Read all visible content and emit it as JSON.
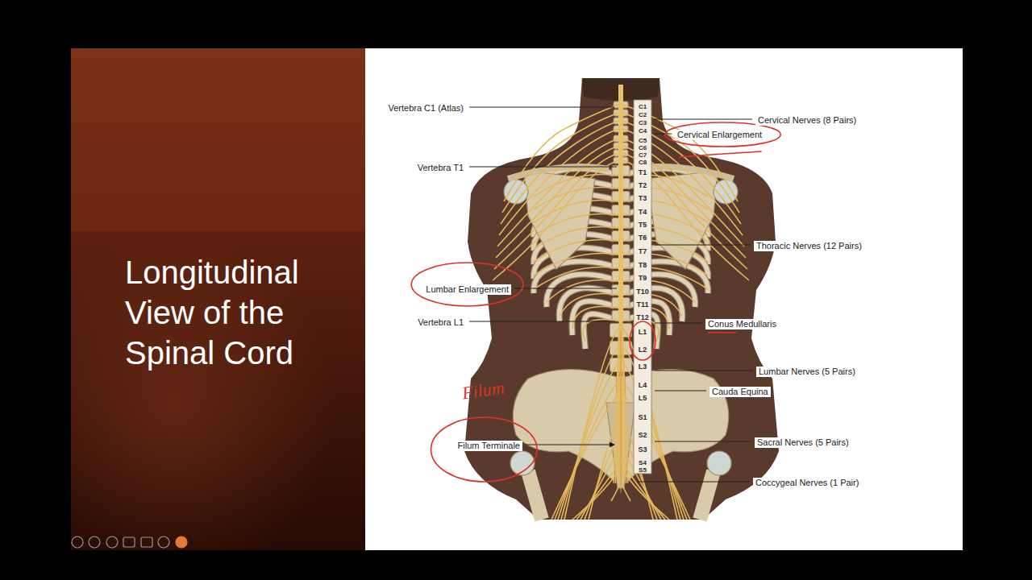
{
  "diagram": {
    "title": "Longitudinal View of the Spinal Cord",
    "labels": [
      "Vertebra C1 (Atlas)",
      "Vertebra T1",
      "Lumbar Enlargement",
      "Vertebra L1",
      "Filum Terminale",
      "Cervical Nerves (8 Pairs)",
      "Cervical Enlargement",
      "Thoracic Nerves (12 Pairs)",
      "Conus Medullaris",
      "Lumbar Nerves (5 Pairs)",
      "Cauda Equina",
      "Sacral Nerves (5 Pairs)",
      "Coccygeal Nerves (1 Pair)",
      "C1",
      "C2",
      "C3",
      "C4",
      "C5",
      "C6",
      "C7",
      "C8",
      "T1",
      "T2",
      "T3",
      "T4",
      "T5",
      "T6",
      "T7",
      "T8",
      "T9",
      "T10",
      "T11",
      "T12",
      "L1",
      "L2",
      "L3",
      "L4",
      "L5",
      "S1",
      "S2",
      "S3",
      "S4",
      "S5",
      "Filum"
    ]
  }
}
